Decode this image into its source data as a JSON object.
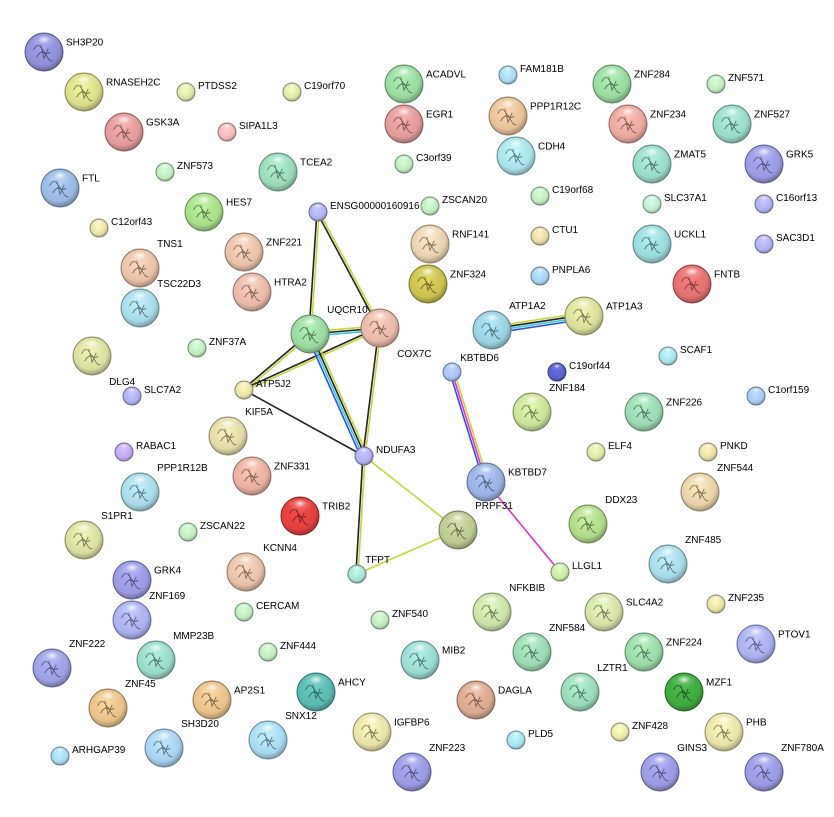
{
  "network": {
    "edge_colors": {
      "textmining": "#c6d33d",
      "coexpression": "#222222",
      "database": "#3bc8d8",
      "experiments": "#e030c8",
      "cooccurrence": "#3050e0"
    },
    "nodes": [
      {
        "id": "SH3P20",
        "color": "#8f8fd6",
        "size": "large",
        "structure": true
      },
      {
        "id": "RNASEH2C",
        "color": "#d8dc8a",
        "size": "large",
        "structure": true
      },
      {
        "id": "PTDSS2",
        "color": "#d8e6a8",
        "size": "small",
        "structure": false
      },
      {
        "id": "C19orf70",
        "color": "#d8e6a8",
        "size": "small",
        "structure": false
      },
      {
        "id": "ACADVL",
        "color": "#9ad8a0",
        "size": "large",
        "structure": true
      },
      {
        "id": "FAM181B",
        "color": "#a8d6ee",
        "size": "small",
        "structure": false
      },
      {
        "id": "ZNF284",
        "color": "#9ad8a0",
        "size": "large",
        "structure": true
      },
      {
        "id": "ZNF571",
        "color": "#bfe8bf",
        "size": "small",
        "structure": false
      },
      {
        "id": "GSK3A",
        "color": "#e09a9a",
        "size": "large",
        "structure": true
      },
      {
        "id": "SIPA1L3",
        "color": "#f0b8b8",
        "size": "small",
        "structure": false
      },
      {
        "id": "EGR1",
        "color": "#e09a9a",
        "size": "large",
        "structure": true
      },
      {
        "id": "PPP1R12C",
        "color": "#e6c09a",
        "size": "large",
        "structure": true
      },
      {
        "id": "ZNF234",
        "color": "#e8a8a0",
        "size": "large",
        "structure": true
      },
      {
        "id": "ZNF527",
        "color": "#9ad8c8",
        "size": "large",
        "structure": true
      },
      {
        "id": "FTL",
        "color": "#9ab8e0",
        "size": "large",
        "structure": true
      },
      {
        "id": "ZNF573",
        "color": "#bfe8bf",
        "size": "small",
        "structure": false
      },
      {
        "id": "TCEA2",
        "color": "#9ad8b8",
        "size": "large",
        "structure": true
      },
      {
        "id": "C3orf39",
        "color": "#bfe8bf",
        "size": "small",
        "structure": false
      },
      {
        "id": "CDH4",
        "color": "#a8e0e6",
        "size": "large",
        "structure": true
      },
      {
        "id": "ZMAT5",
        "color": "#9ad8c8",
        "size": "large",
        "structure": true
      },
      {
        "id": "GRK5",
        "color": "#9a9ae0",
        "size": "large",
        "structure": true
      },
      {
        "id": "HES7",
        "color": "#a8dc8a",
        "size": "large",
        "structure": true
      },
      {
        "id": "ZSCAN20",
        "color": "#bfe8bf",
        "size": "small",
        "structure": false
      },
      {
        "id": "C19orf68",
        "color": "#bfe8bf",
        "size": "small",
        "structure": false
      },
      {
        "id": "SLC37A1",
        "color": "#bfe8d0",
        "size": "small",
        "structure": false
      },
      {
        "id": "C16orf13",
        "color": "#b0b0ee",
        "size": "small",
        "structure": false
      },
      {
        "id": "ENSG00000160916",
        "color": "#b0b0ee",
        "size": "small",
        "structure": false
      },
      {
        "id": "C12orf43",
        "color": "#e6e0a8",
        "size": "small",
        "structure": false
      },
      {
        "id": "ZNF221",
        "color": "#e6c0a8",
        "size": "large",
        "structure": true
      },
      {
        "id": "RNF141",
        "color": "#e6d0b0",
        "size": "large",
        "structure": true
      },
      {
        "id": "CTU1",
        "color": "#e6d8a8",
        "size": "small",
        "structure": false
      },
      {
        "id": "UCKL1",
        "color": "#9ad8d8",
        "size": "large",
        "structure": true
      },
      {
        "id": "SAC3D1",
        "color": "#b0b0ee",
        "size": "small",
        "structure": false
      },
      {
        "id": "TNS1",
        "color": "#e6c0a8",
        "size": "large",
        "structure": true
      },
      {
        "id": "HTRA2",
        "color": "#e6b8a8",
        "size": "large",
        "structure": true
      },
      {
        "id": "ZNF324",
        "color": "#c8c050",
        "size": "large",
        "structure": true
      },
      {
        "id": "PNPLA6",
        "color": "#a8d0ee",
        "size": "small",
        "structure": false
      },
      {
        "id": "FNTB",
        "color": "#e07070",
        "size": "large",
        "structure": true
      },
      {
        "id": "TSC22D3",
        "color": "#a8d8e6",
        "size": "large",
        "structure": true
      },
      {
        "id": "ATP1A2",
        "color": "#9ad0e0",
        "size": "large",
        "structure": true
      },
      {
        "id": "ATP1A3",
        "color": "#d8dc9a",
        "size": "large",
        "structure": true
      },
      {
        "id": "UQCR10",
        "color": "#9ad8a0",
        "size": "large",
        "structure": true
      },
      {
        "id": "COX7C",
        "color": "#e6b8a8",
        "size": "large",
        "structure": true
      },
      {
        "id": "DLG4",
        "color": "#d8dca0",
        "size": "large",
        "structure": true
      },
      {
        "id": "ZNF37A",
        "color": "#bfe8bf",
        "size": "small",
        "structure": false
      },
      {
        "id": "SCAF1",
        "color": "#a8e0e6",
        "size": "small",
        "structure": false
      },
      {
        "id": "KBTBD6",
        "color": "#a8c0ee",
        "size": "small",
        "structure": false
      },
      {
        "id": "C19orf44",
        "color": "#5a60c8",
        "size": "small",
        "structure": false
      },
      {
        "id": "ATP5J2",
        "color": "#e6e0a8",
        "size": "small",
        "structure": false
      },
      {
        "id": "SLC7A2",
        "color": "#b0b0ee",
        "size": "small",
        "structure": false
      },
      {
        "id": "ZNF184",
        "color": "#c8e09a",
        "size": "large",
        "structure": true
      },
      {
        "id": "ZNF226",
        "color": "#9ad8b0",
        "size": "large",
        "structure": true
      },
      {
        "id": "C1orf159",
        "color": "#a8c8ee",
        "size": "small",
        "structure": false
      },
      {
        "id": "KIF5A",
        "color": "#e0d8a8",
        "size": "large",
        "structure": true
      },
      {
        "id": "NDUFA3",
        "color": "#b0b0ee",
        "size": "small",
        "structure": false
      },
      {
        "id": "RABAC1",
        "color": "#c0a8ee",
        "size": "small",
        "structure": false
      },
      {
        "id": "ZNF331",
        "color": "#e6b0a0",
        "size": "large",
        "structure": true
      },
      {
        "id": "ELF4",
        "color": "#d8e6a8",
        "size": "small",
        "structure": false
      },
      {
        "id": "PNKD",
        "color": "#e6dca8",
        "size": "small",
        "structure": false
      },
      {
        "id": "PPP1R12B",
        "color": "#a8d8e6",
        "size": "large",
        "structure": true
      },
      {
        "id": "KBTBD7",
        "color": "#9ab0e0",
        "size": "large",
        "structure": true
      },
      {
        "id": "ZNF544",
        "color": "#e6d0a8",
        "size": "large",
        "structure": true
      },
      {
        "id": "TRIB2",
        "color": "#e04040",
        "size": "large",
        "structure": true
      },
      {
        "id": "PRPF31",
        "color": "#b8c890",
        "size": "large",
        "structure": true
      },
      {
        "id": "DDX23",
        "color": "#b0d88a",
        "size": "large",
        "structure": true
      },
      {
        "id": "S1PR1",
        "color": "#d8dca0",
        "size": "large",
        "structure": true
      },
      {
        "id": "ZSCAN22",
        "color": "#bfe8bf",
        "size": "small",
        "structure": false
      },
      {
        "id": "KCNN4",
        "color": "#e6c0a8",
        "size": "large",
        "structure": true
      },
      {
        "id": "TFPT",
        "color": "#a8e0d0",
        "size": "small",
        "structure": false
      },
      {
        "id": "LLGL1",
        "color": "#c8e8a8",
        "size": "small",
        "structure": false
      },
      {
        "id": "ZNF485",
        "color": "#a8d8e6",
        "size": "large",
        "structure": true
      },
      {
        "id": "GRK4",
        "color": "#9a9ae0",
        "size": "large",
        "structure": true
      },
      {
        "id": "ZNF169",
        "color": "#a8b0ee",
        "size": "large",
        "structure": true
      },
      {
        "id": "CERCAM",
        "color": "#bfe8bf",
        "size": "small",
        "structure": false
      },
      {
        "id": "ZNF540",
        "color": "#bfe8bf",
        "size": "small",
        "structure": false
      },
      {
        "id": "NFKBIB",
        "color": "#c8e0a8",
        "size": "large",
        "structure": true
      },
      {
        "id": "SLC4A2",
        "color": "#d0e0a8",
        "size": "large",
        "structure": true
      },
      {
        "id": "ZNF235",
        "color": "#e6e0a8",
        "size": "small",
        "structure": false
      },
      {
        "id": "PTOV1",
        "color": "#a8b0ee",
        "size": "large",
        "structure": true
      },
      {
        "id": "ZNF222",
        "color": "#9aa0e0",
        "size": "large",
        "structure": true
      },
      {
        "id": "MMP23B",
        "color": "#9ad8c8",
        "size": "large",
        "structure": true
      },
      {
        "id": "ZNF444",
        "color": "#bfe8bf",
        "size": "small",
        "structure": false
      },
      {
        "id": "MIB2",
        "color": "#9ad8d0",
        "size": "large",
        "structure": true
      },
      {
        "id": "ZNF584",
        "color": "#9ad8b0",
        "size": "large",
        "structure": true
      },
      {
        "id": "ZNF224",
        "color": "#9ad8a8",
        "size": "large",
        "structure": true
      },
      {
        "id": "ZNF45",
        "color": "#e6c08a",
        "size": "large",
        "structure": true
      },
      {
        "id": "AP2S1",
        "color": "#e6c08a",
        "size": "large",
        "structure": true
      },
      {
        "id": "AHCY",
        "color": "#5ab8b0",
        "size": "large",
        "structure": true
      },
      {
        "id": "DAGLA",
        "color": "#d8a890",
        "size": "large",
        "structure": true
      },
      {
        "id": "LZTR1",
        "color": "#9ad8b8",
        "size": "large",
        "structure": true
      },
      {
        "id": "MZF1",
        "color": "#40a840",
        "size": "large",
        "structure": true
      },
      {
        "id": "ARHGAP39",
        "color": "#a8d8ee",
        "size": "small",
        "structure": false
      },
      {
        "id": "SH3D20",
        "color": "#a8d0ee",
        "size": "large",
        "structure": true
      },
      {
        "id": "SNX12",
        "color": "#a8d8ee",
        "size": "large",
        "structure": true
      },
      {
        "id": "IGFBP6",
        "color": "#e6e0a8",
        "size": "large",
        "structure": true
      },
      {
        "id": "PLD5",
        "color": "#a8e0ee",
        "size": "small",
        "structure": false
      },
      {
        "id": "ZNF428",
        "color": "#e6e6a8",
        "size": "small",
        "structure": false
      },
      {
        "id": "PHB",
        "color": "#e6e0a8",
        "size": "large",
        "structure": true
      },
      {
        "id": "ZNF223",
        "color": "#9a9ae0",
        "size": "large",
        "structure": true
      },
      {
        "id": "GINS3",
        "color": "#9a9ae0",
        "size": "large",
        "structure": true
      },
      {
        "id": "ZNF780A",
        "color": "#9a9ae0",
        "size": "large",
        "structure": true
      }
    ],
    "edges": [
      {
        "a": "ENSG00000160916",
        "b": "UQCR10",
        "types": [
          "textmining",
          "coexpression"
        ]
      },
      {
        "a": "ENSG00000160916",
        "b": "COX7C",
        "types": [
          "textmining",
          "coexpression"
        ]
      },
      {
        "a": "UQCR10",
        "b": "COX7C",
        "types": [
          "textmining",
          "coexpression",
          "database"
        ]
      },
      {
        "a": "UQCR10",
        "b": "ATP5J2",
        "types": [
          "textmining",
          "coexpression"
        ]
      },
      {
        "a": "COX7C",
        "b": "ATP5J2",
        "types": [
          "textmining",
          "coexpression"
        ]
      },
      {
        "a": "UQCR10",
        "b": "NDUFA3",
        "types": [
          "textmining",
          "coexpression",
          "database",
          "cooccurrence"
        ]
      },
      {
        "a": "COX7C",
        "b": "NDUFA3",
        "types": [
          "textmining",
          "coexpression"
        ]
      },
      {
        "a": "ATP5J2",
        "b": "NDUFA3",
        "types": [
          "coexpression"
        ]
      },
      {
        "a": "NDUFA3",
        "b": "TFPT",
        "types": [
          "textmining",
          "coexpression"
        ]
      },
      {
        "a": "NDUFA3",
        "b": "PRPF31",
        "types": [
          "textmining"
        ]
      },
      {
        "a": "TFPT",
        "b": "PRPF31",
        "types": [
          "textmining"
        ]
      },
      {
        "a": "ATP1A2",
        "b": "ATP1A3",
        "types": [
          "textmining",
          "coexpression",
          "database",
          "cooccurrence"
        ]
      },
      {
        "a": "KBTBD6",
        "b": "KBTBD7",
        "types": [
          "textmining",
          "experiments",
          "cooccurrence"
        ]
      },
      {
        "a": "KBTBD7",
        "b": "LLGL1",
        "types": [
          "experiments"
        ]
      }
    ]
  }
}
